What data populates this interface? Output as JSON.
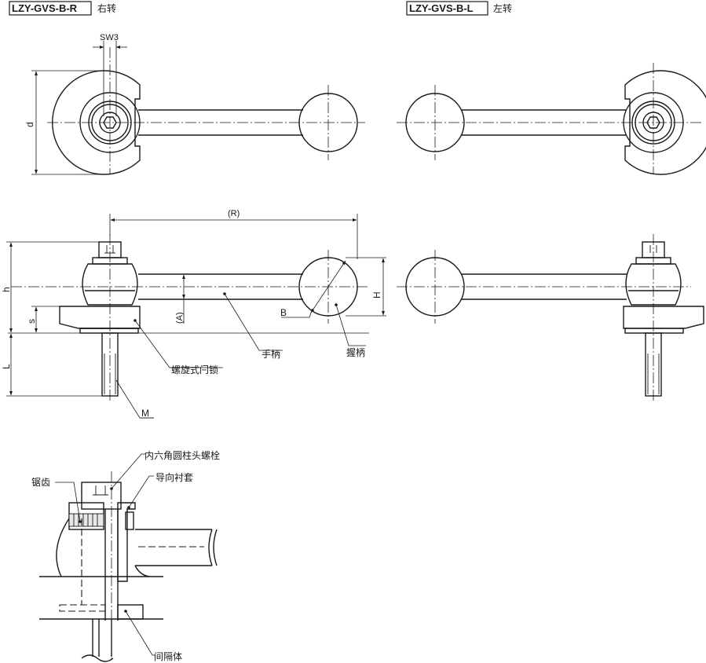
{
  "models": {
    "right": {
      "code": "LZY-GVS-B-R",
      "direction": "右转"
    },
    "left": {
      "code": "LZY-GVS-B-L",
      "direction": "左转"
    }
  },
  "dimensions": {
    "sw": "SW3",
    "d": "d",
    "r": "(R)",
    "h_small": "h",
    "s": "s",
    "a": "(A)",
    "b": "B",
    "h_big": "H",
    "l": "L",
    "m": "M"
  },
  "parts": {
    "handle": "手柄",
    "grip": "握柄",
    "screw_lock": "螺旋式闩锁",
    "hex_bolt": "内六角圆柱头螺栓",
    "serration": "锯齿",
    "guide_bushing": "导向衬套",
    "spacer": "间隔体"
  }
}
